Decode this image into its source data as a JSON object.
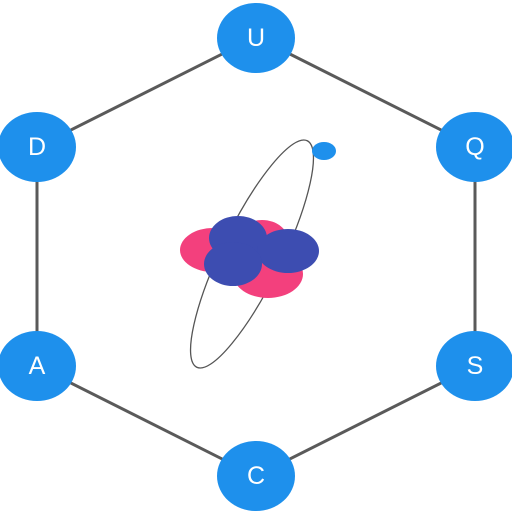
{
  "colors": {
    "node_fill": "#1e90ec",
    "node_text": "#ffffff",
    "edge": "#5a5a5a",
    "proton": "#f3407d",
    "neutron": "#3d4db1",
    "orbit": "#555555",
    "electron": "#1e90ec"
  },
  "icon": "atom-icon",
  "nodes": [
    {
      "id": "u",
      "label": "U"
    },
    {
      "id": "q",
      "label": "Q"
    },
    {
      "id": "s",
      "label": "S"
    },
    {
      "id": "c",
      "label": "C"
    },
    {
      "id": "a",
      "label": "A"
    },
    {
      "id": "d",
      "label": "D"
    }
  ]
}
